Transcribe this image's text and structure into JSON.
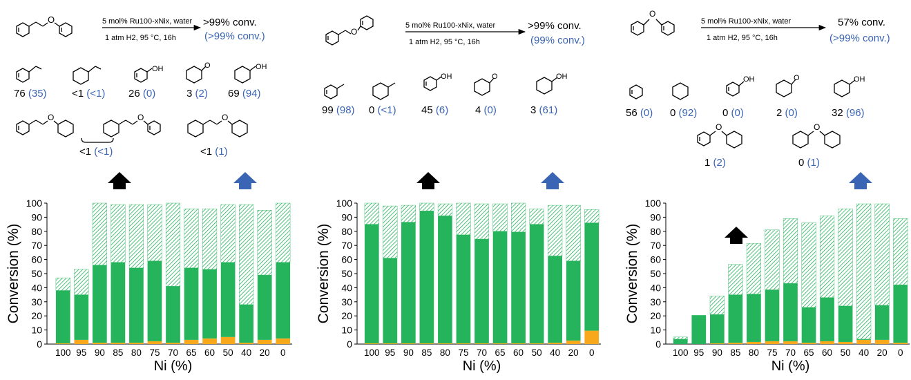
{
  "colors": {
    "toluene_like": "#25b35b",
    "aromatic_o": "#f7a81b",
    "saturated": "#25b35b",
    "outline": "#ffffff",
    "blue": "#3a64b4",
    "black": "#000000"
  },
  "panels": [
    {
      "scheme": {
        "conditions_top": "5 mol% Ru100-xNix, water",
        "conditions_bottom": "1 atm H2, 95 °C, 16h",
        "conversion_black": ">99% conv.",
        "conversion_blue": "(>99% conv.)"
      },
      "products": [
        {
          "black": "76",
          "blue": "(35)"
        },
        {
          "black": "<1",
          "blue": "(<1)"
        },
        {
          "black": "26",
          "blue": "(0)"
        },
        {
          "black": "3",
          "blue": "(2)"
        },
        {
          "black": "69",
          "blue": "(94)"
        },
        {
          "black": "<1",
          "blue": "(<1)"
        },
        {
          "black": "<1",
          "blue": "(1)"
        }
      ],
      "arrow_black_at": "85",
      "arrow_blue_at": "40"
    },
    {
      "scheme": {
        "conditions_top": "5 mol% Ru100-xNix, water",
        "conditions_bottom": "1 atm H2, 95 °C, 16h",
        "conversion_black": ">99% conv.",
        "conversion_blue": "(99% conv.)"
      },
      "products": [
        {
          "black": "99",
          "blue": "(98)"
        },
        {
          "black": "0",
          "blue": "(<1)"
        },
        {
          "black": "45",
          "blue": "(6)"
        },
        {
          "black": "4",
          "blue": "(0)"
        },
        {
          "black": "3",
          "blue": "(61)"
        }
      ],
      "arrow_black_at": "85",
      "arrow_blue_at": "40"
    },
    {
      "scheme": {
        "conditions_top": "5 mol% Ru100-xNix, water",
        "conditions_bottom": "1 atm H2, 95 °C, 16h",
        "conversion_black": "57% conv.",
        "conversion_blue": "(>99% conv.)"
      },
      "products": [
        {
          "black": "56",
          "blue": "(0)"
        },
        {
          "black": "0",
          "blue": "(92)"
        },
        {
          "black": "0",
          "blue": "(0)"
        },
        {
          "black": "2",
          "blue": "(0)"
        },
        {
          "black": "32",
          "blue": "(96)"
        },
        {
          "black": "1",
          "blue": "(2)"
        },
        {
          "black": "0",
          "blue": "(1)"
        }
      ],
      "arrow_black_at": "85",
      "arrow_blue_at": "40"
    }
  ],
  "chart_data": [
    {
      "type": "bar",
      "xlabel": "Ni (%)",
      "ylabel": "Conversion (%)",
      "ylim": [
        0,
        100
      ],
      "yticks": [
        0,
        10,
        20,
        30,
        40,
        50,
        60,
        70,
        80,
        90,
        100
      ],
      "categories": [
        "100",
        "95",
        "90",
        "85",
        "80",
        "75",
        "70",
        "65",
        "60",
        "50",
        "40",
        "20",
        "0"
      ],
      "series": [
        {
          "values": [
            0.5,
            3,
            1,
            1,
            1,
            2,
            1,
            3,
            4,
            5,
            1,
            3,
            4
          ]
        },
        {
          "values": [
            37.5,
            32,
            55,
            57,
            53,
            57,
            40,
            51,
            49,
            53,
            27,
            46,
            54
          ]
        },
        {
          "values": [
            9,
            18,
            44,
            41,
            45,
            40,
            59,
            42,
            43,
            41,
            71,
            46,
            42
          ]
        }
      ]
    },
    {
      "type": "bar",
      "xlabel": "Ni (%)",
      "ylabel": "Conversion (%)",
      "ylim": [
        0,
        100
      ],
      "yticks": [
        0,
        10,
        20,
        30,
        40,
        50,
        60,
        70,
        80,
        90,
        100
      ],
      "categories": [
        "100",
        "95",
        "90",
        "85",
        "80",
        "75",
        "70",
        "65",
        "60",
        "50",
        "40",
        "20",
        "0"
      ],
      "series": [
        {
          "values": [
            0.5,
            0.5,
            0.5,
            0.5,
            0.5,
            0.5,
            0.5,
            0.5,
            0.5,
            0.5,
            1,
            2.5,
            9.5
          ]
        },
        {
          "values": [
            84.5,
            60.5,
            86,
            94,
            90.5,
            77,
            74,
            79.5,
            79,
            84.5,
            61.5,
            56.5,
            76.5
          ]
        },
        {
          "values": [
            15,
            37,
            12,
            5.5,
            8.5,
            22.5,
            25,
            19.5,
            20.5,
            11,
            36,
            39.5,
            9.5
          ]
        }
      ]
    },
    {
      "type": "bar",
      "xlabel": "Ni (%)",
      "ylabel": "Conversion (%)",
      "ylim": [
        0,
        100
      ],
      "yticks": [
        0,
        10,
        20,
        30,
        40,
        50,
        60,
        70,
        80,
        90,
        100
      ],
      "categories": [
        "100",
        "95",
        "90",
        "85",
        "80",
        "75",
        "70",
        "65",
        "60",
        "50",
        "40",
        "20",
        "0"
      ],
      "series": [
        {
          "values": [
            0,
            0,
            0.5,
            1,
            1.5,
            2,
            2,
            1,
            2,
            1.5,
            3,
            3,
            1
          ]
        },
        {
          "values": [
            3.5,
            20.5,
            20.5,
            34,
            34,
            36.5,
            41,
            25,
            31,
            25.5,
            0.5,
            24.5,
            41
          ]
        },
        {
          "values": [
            1.5,
            0,
            13,
            21.5,
            36,
            42.5,
            46,
            60,
            58,
            69,
            96,
            72,
            47
          ]
        }
      ]
    }
  ]
}
